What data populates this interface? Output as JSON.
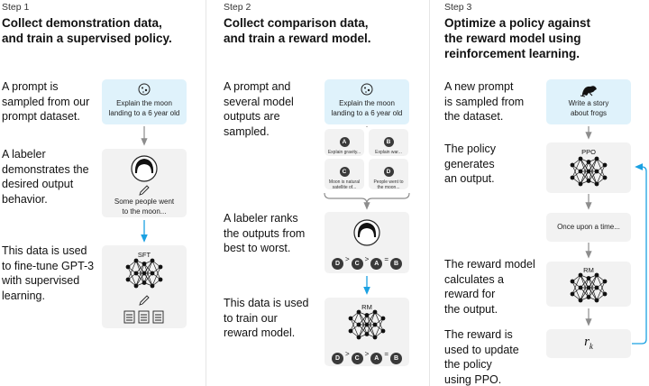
{
  "step1": {
    "step_label": "Step 1",
    "heading": "Collect demonstration data,\nand train a supervised policy.",
    "desc1": "A prompt is\nsampled from our\nprompt dataset.",
    "desc2": "A labeler\ndemonstrates the\ndesired output\nbehavior.",
    "desc3": "This data is used\nto fine-tune GPT-3\nwith supervised\nlearning.",
    "prompt_text": "Explain the moon\nlanding to a 6 year old",
    "demo_text": "Some people went\nto the moon...",
    "model_label": "SFT"
  },
  "step2": {
    "step_label": "Step 2",
    "heading": "Collect comparison data,\nand train a reward model.",
    "desc1": "A prompt and\nseveral model\noutputs are\nsampled.",
    "desc2": "A labeler ranks\nthe outputs from\nbest to worst.",
    "desc3": "This data is used\nto train our\nreward model.",
    "prompt_text": "Explain the moon\nlanding to a 6 year old",
    "outputs": [
      {
        "letter": "A",
        "text": "Explain gravity..."
      },
      {
        "letter": "B",
        "text": "Explain war..."
      },
      {
        "letter": "C",
        "text": "Moon is natural\nsatellite of..."
      },
      {
        "letter": "D",
        "text": "People went to\nthe moon..."
      }
    ],
    "ranking": [
      "D",
      ">",
      "C",
      ">",
      "A",
      "=",
      "B"
    ],
    "model_label": "RM"
  },
  "step3": {
    "step_label": "Step 3",
    "heading": "Optimize a policy against\nthe reward model using\nreinforcement learning.",
    "desc1": "A new prompt\nis sampled from\nthe dataset.",
    "desc2": "The policy\ngenerates\nan output.",
    "desc3": "The reward model\ncalculates a\nreward for\nthe output.",
    "desc4": "The reward is\nused to update\nthe policy\nusing PPO.",
    "prompt_text": "Write a story\nabout frogs",
    "policy_label": "PPO",
    "output_text": "Once upon a time...",
    "model_label": "RM",
    "reward_symbol": "r",
    "reward_sub": "k"
  },
  "colors": {
    "arrow_gray": "#8d8d8d",
    "arrow_blue": "#1ba1e2",
    "box_gray": "#f2f2f2",
    "box_blue": "#dff2fb"
  },
  "icons": [
    "moon-icon",
    "labeler-avatar-icon",
    "pencil-icon",
    "neural-net-icon",
    "document-icon",
    "frog-icon"
  ]
}
